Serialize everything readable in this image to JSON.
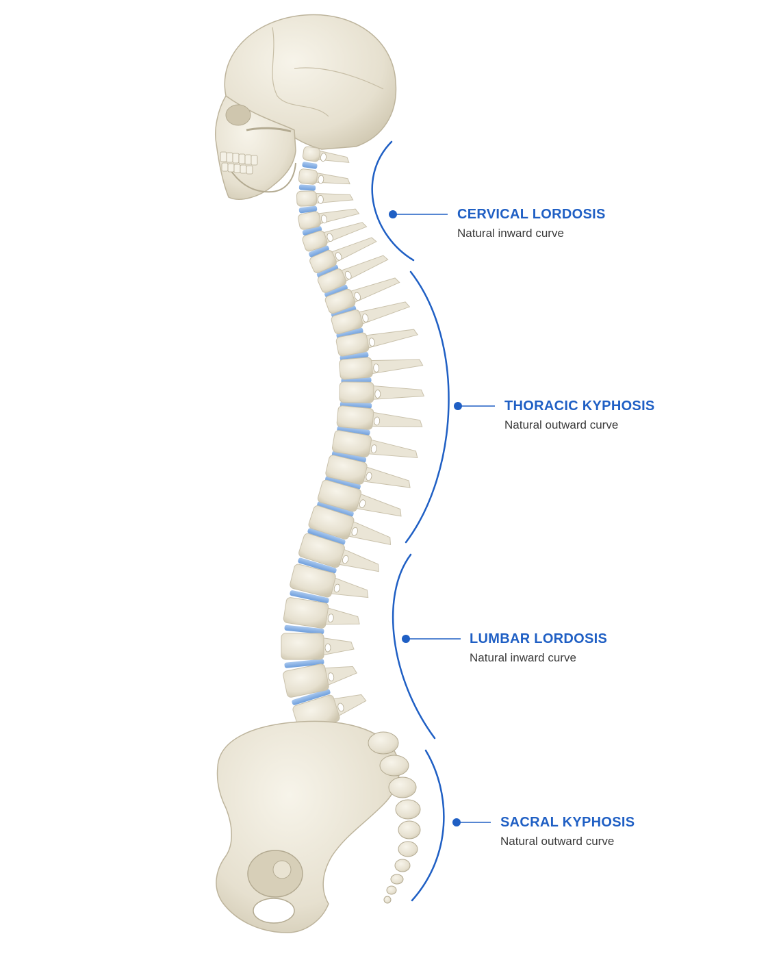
{
  "colors": {
    "accent": "#1f5fc4",
    "bone": "#eae5d6",
    "bone_shade": "#c9c1ab",
    "disc": "#8ab2e6",
    "text_secondary": "#3a3a3a"
  },
  "regions": [
    {
      "id": "cervical",
      "title": "CERVICAL LORDOSIS",
      "subtitle": "Natural inward curve"
    },
    {
      "id": "thoracic",
      "title": "THORACIC KYPHOSIS",
      "subtitle": "Natural outward curve"
    },
    {
      "id": "lumbar",
      "title": "LUMBAR LORDOSIS",
      "subtitle": "Natural inward curve"
    },
    {
      "id": "sacral",
      "title": "SACRAL KYPHOSIS",
      "subtitle": "Natural outward curve"
    }
  ]
}
